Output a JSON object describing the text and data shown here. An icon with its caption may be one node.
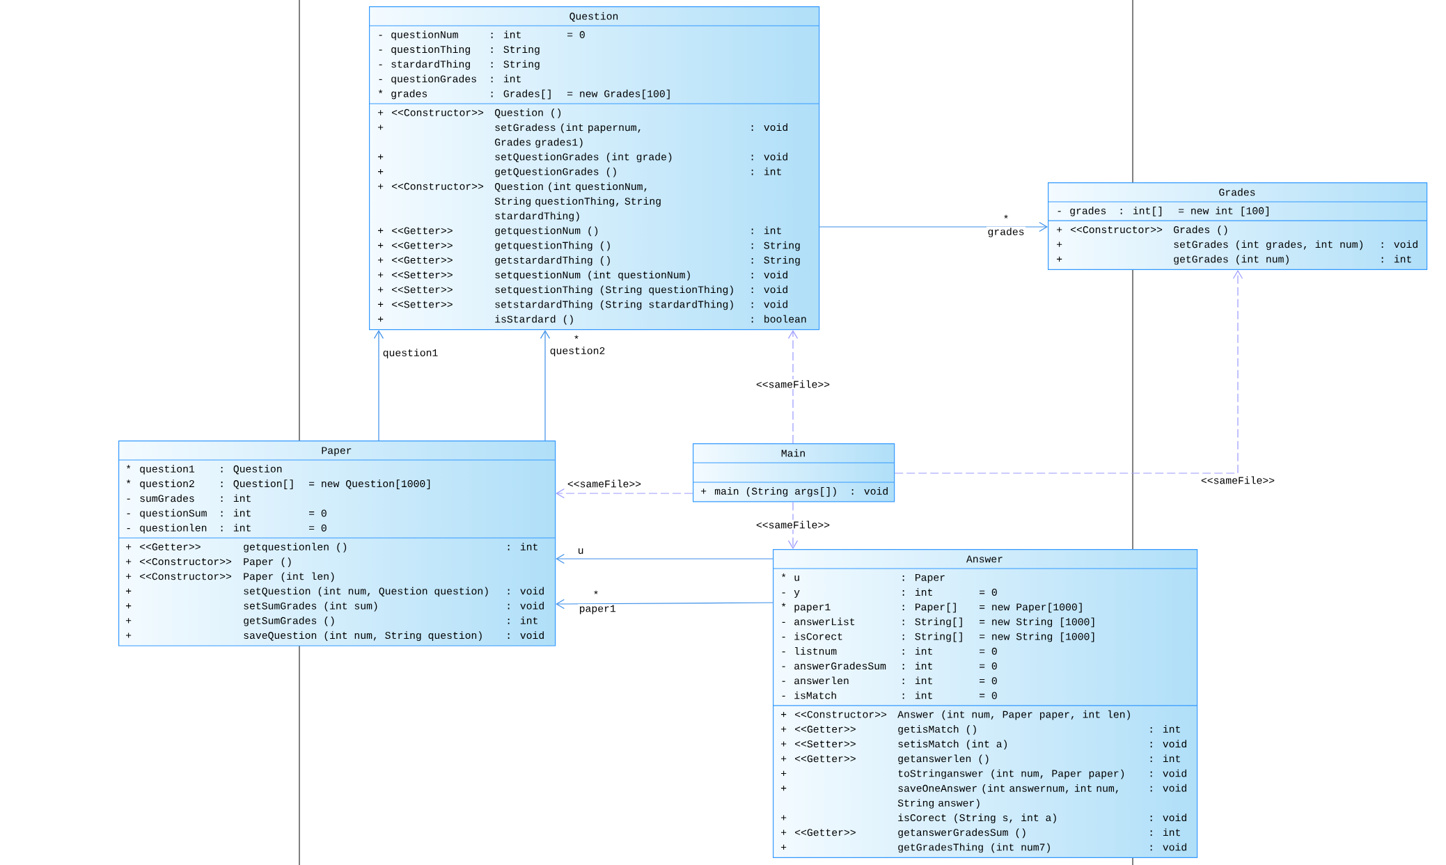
{
  "diagram": {
    "nodes": [
      {
        "text": [
          "Question",
          "-",
          "questionNum",
          ": int",
          "= 0",
          "-",
          "questionThing",
          ": String",
          "-",
          "stardardThing",
          ": String",
          "-",
          "questionGrades",
          ": int",
          "*",
          "grades",
          ": Grades[]",
          "= new Grades[100]",
          "+",
          "<<Constructor>>",
          "Question ()",
          "+",
          "setGradess (int papernum, Grades grades1)",
          ": void",
          "+",
          "setQuestionGrades (int grade)",
          ": void",
          "+",
          "getQuestionGrades ()",
          ": int",
          "+",
          "<<Constructor>>",
          "Question (int questionNum, String questionThing, String stardardThing)",
          "+",
          "<<Getter>>",
          "getquestionNum ()",
          ": int",
          "+",
          "<<Getter>>",
          "getquestionThing ()",
          ": String",
          "+",
          "<<Getter>>",
          "getstardardThing ()",
          ": String",
          "+",
          "<<Setter>>",
          "setquestionNum (int questionNum)",
          ": void",
          "+",
          "<<Setter>>",
          "setquestionThing (String questionThing)",
          ": void",
          "+",
          "<<Setter>>",
          "setstardardThing (String stardardThing)",
          ": void",
          "+",
          "isStardard ()",
          ": boolean"
        ]
      },
      {
        "text": [
          "Grades",
          "-",
          "grades",
          ": int[]",
          "= new int [100]",
          "+",
          "<<Constructor>>",
          "Grades ()",
          "+",
          "setGrades (int grades, int num)",
          ": void",
          "+",
          "getGrades (int num)",
          ": int"
        ]
      },
      {
        "text": [
          "Paper",
          "*",
          "question1",
          ": Question",
          "*",
          "question2",
          ": Question[]",
          "= new Question[1000]",
          "-",
          "sumGrades",
          ": int",
          "-",
          "questionSum",
          ": int",
          "= 0",
          "-",
          "questionlen",
          ": int",
          "= 0",
          "+",
          "<<Getter>>",
          "getquestionlen ()",
          ": int",
          "+",
          "<<Constructor>>",
          "Paper ()",
          "+",
          "<<Constructor>>",
          "Paper (int len)",
          "+",
          "setQuestion (int num, Question question)",
          ": void",
          "+",
          "setSumGrades (int sum)",
          ": void",
          "+",
          "getSumGrades ()",
          ": int",
          "+",
          "saveQuestion (int num, String question)",
          ": void"
        ]
      },
      {
        "text": [
          "Main",
          "+",
          "main (String args[])",
          ": void"
        ]
      },
      {
        "text": [
          "Answer",
          "*",
          "u",
          ": Paper",
          "-",
          "y",
          ": int",
          "= 0",
          "*",
          "paper1",
          ": Paper[]",
          "= new Paper[1000]",
          "-",
          "answerList",
          ": String[]",
          "= new String [1000]",
          "-",
          "isCorect",
          ": String[]",
          "= new String [1000]",
          "-",
          "listnum",
          ": int",
          "= 0",
          "-",
          "answerGradesSum",
          ": int",
          "= 0",
          "-",
          "answerlen",
          ": int",
          "= 0",
          "-",
          "isMatch",
          ": int",
          "= 0",
          "+",
          "<<Constructor>>",
          "Answer (int num, Paper paper, int len)",
          "+",
          "<<Getter>>",
          "getisMatch ()",
          ": int",
          "+",
          "<<Setter>>",
          "setisMatch (int a)",
          ": void",
          "+",
          "<<Getter>>",
          "getanswerlen ()",
          ": int",
          "+",
          "toStringanswer (int num, Paper paper)",
          ": void",
          "+",
          "saveOneAnswer (int answernum, int num, String answer)",
          ": void",
          "+",
          "isCorect (String s, int a)",
          ": void",
          "+",
          "<<Getter>>",
          "getanswerGradesSum ()",
          ": int",
          "+",
          "getGradesThing (int num7)",
          ": void"
        ]
      }
    ],
    "edges": [
      {
        "from": 2,
        "to": 0,
        "arrow": "to",
        "label": "question1"
      },
      {
        "from": 2,
        "to": 0,
        "arrow": "to",
        "label": "question2"
      },
      {
        "from": 0,
        "to": 1,
        "arrow": "to",
        "label": "grades"
      },
      {
        "from": 3,
        "to": 0,
        "arrow": "to",
        "label": "<<sameFile>>",
        "style": "dashed",
        "color": "#9999ff"
      },
      {
        "from": 3,
        "to": 1,
        "arrow": "to",
        "label": "<<sameFile>>",
        "style": "dashed",
        "color": "#9999ff"
      },
      {
        "from": 3,
        "to": 2,
        "arrow": "to",
        "label": "<<sameFile>>",
        "style": "dashed",
        "color": "#9999ff"
      },
      {
        "from": 3,
        "to": 4,
        "arrow": "to",
        "label": "<<sameFile>>",
        "style": "dashed",
        "color": "#9999ff"
      },
      {
        "from": 4,
        "to": 2,
        "arrow": "to",
        "label": "u"
      },
      {
        "from": 4,
        "to": 2,
        "arrow": "to",
        "label": "paper1"
      }
    ],
    "labels": [
      "*",
      "*",
      "*"
    ]
  }
}
